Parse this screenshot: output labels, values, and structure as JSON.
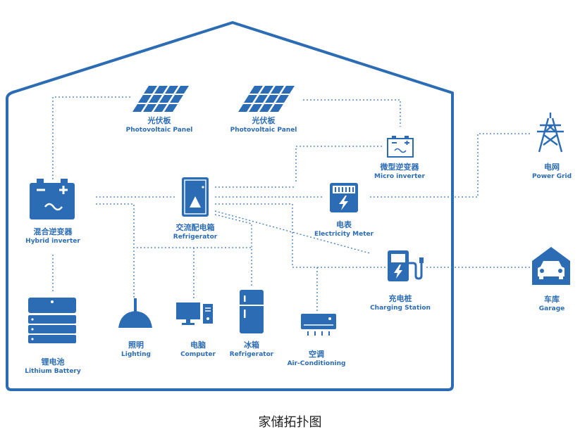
{
  "colors": {
    "primary": "#2b6cb4",
    "line": "#2b6cb4"
  },
  "caption": "家储拓扑图",
  "nodes": {
    "pv1": {
      "zh": "光伏板",
      "en": "Photovoltaic Panel",
      "icon": "solar-panel-icon"
    },
    "pv2": {
      "zh": "光伏板",
      "en": "Photovoltaic Panel",
      "icon": "solar-panel-icon"
    },
    "micro_inverter": {
      "zh": "微型逆变器",
      "en": "Micro inverter",
      "icon": "micro-inverter-icon"
    },
    "grid": {
      "zh": "电网",
      "en": "Power Grid",
      "icon": "power-tower-icon"
    },
    "hybrid_inverter": {
      "zh": "混合逆变器",
      "en": "Hybrid inverter",
      "icon": "hybrid-inverter-icon"
    },
    "ac_box": {
      "zh": "交流配电箱",
      "en": "Refrigerator",
      "icon": "distribution-box-icon"
    },
    "meter": {
      "zh": "电表",
      "en": "Electricity Meter",
      "icon": "electricity-meter-icon"
    },
    "battery": {
      "zh": "锂电池",
      "en": "Lithium Battery",
      "icon": "battery-stack-icon"
    },
    "lighting": {
      "zh": "照明",
      "en": "Lighting",
      "icon": "lamp-icon"
    },
    "computer": {
      "zh": "电脑",
      "en": "Computer",
      "icon": "computer-icon"
    },
    "fridge": {
      "zh": "冰箱",
      "en": "Refrigerator",
      "icon": "refrigerator-icon"
    },
    "aircon": {
      "zh": "空调",
      "en": "Air-Conditioning",
      "icon": "air-conditioner-icon"
    },
    "charging": {
      "zh": "充电桩",
      "en": "Charging Station",
      "icon": "charging-station-icon"
    },
    "garage": {
      "zh": "车库",
      "en": "Garage",
      "icon": "garage-car-icon"
    }
  }
}
